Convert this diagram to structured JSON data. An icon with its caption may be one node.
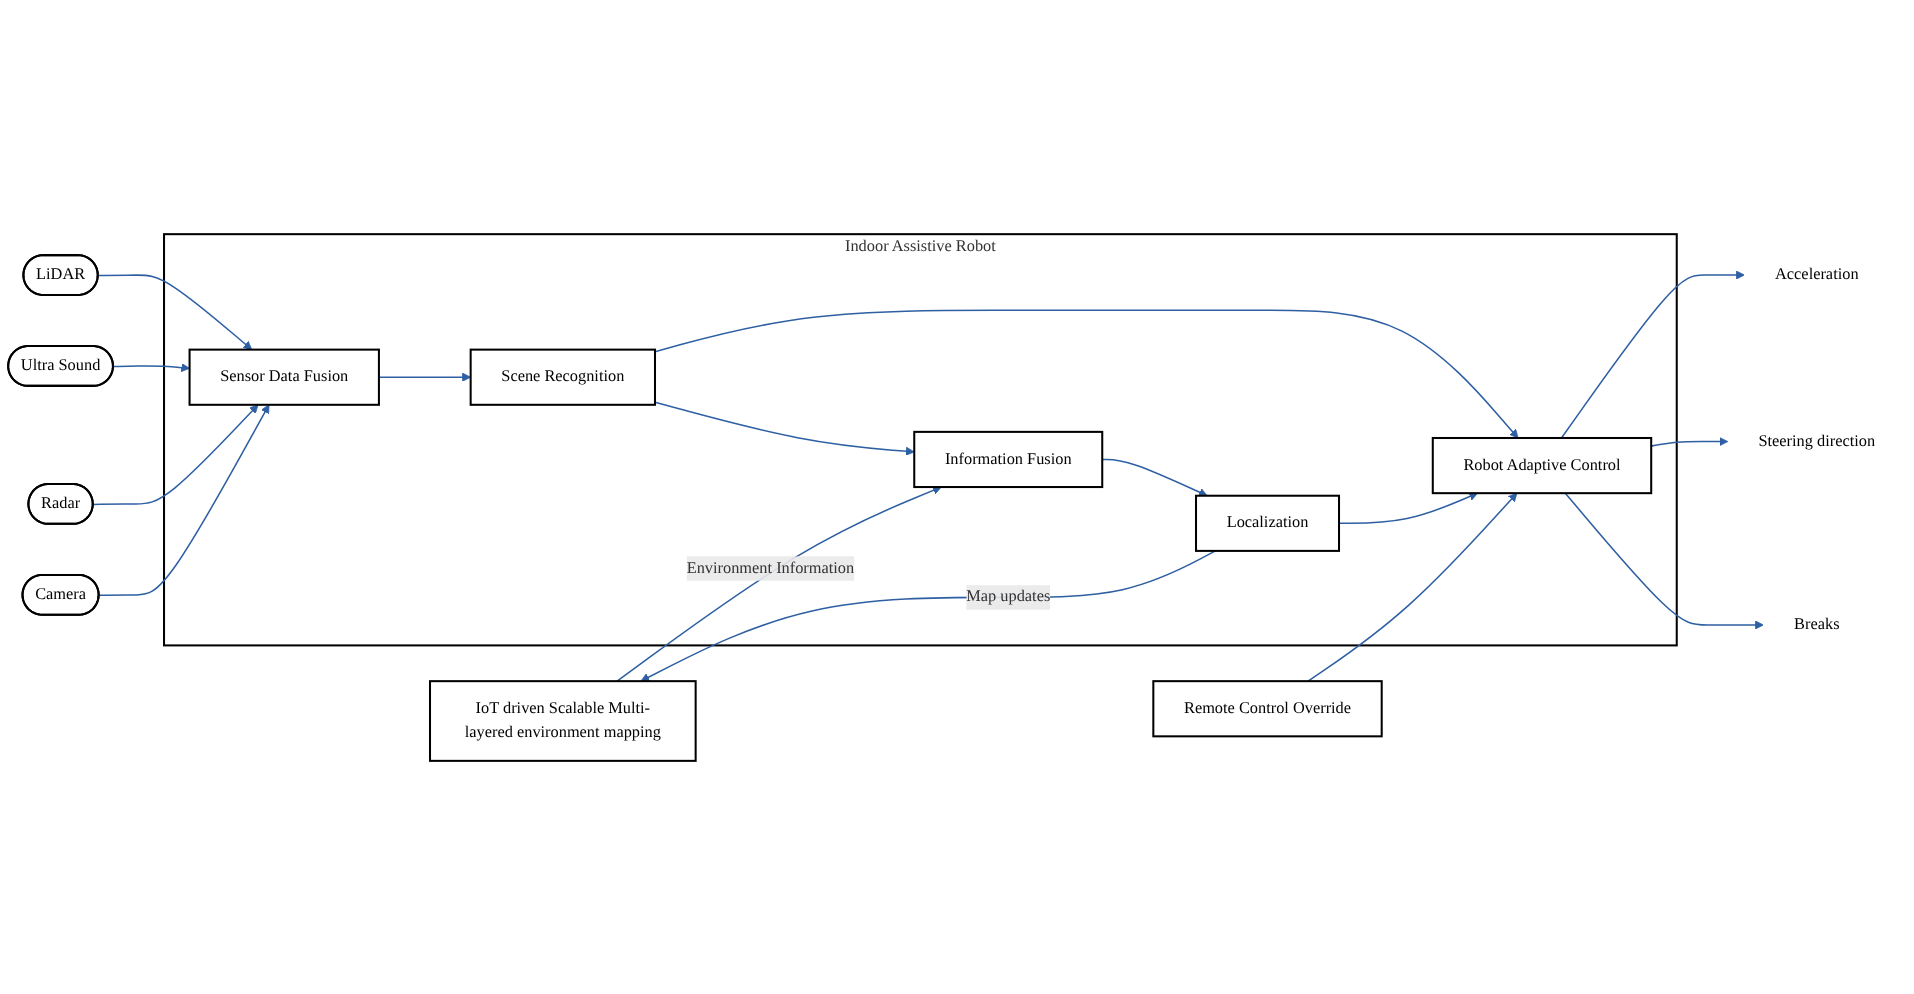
{
  "diagram": {
    "nodes": [
      {
        "text": [
          "IoT driven Scalable Multi-layered environment mapping"
        ]
      },
      {
        "text": [
          "Remote Control Override"
        ]
      },
      {
        "text": [
          "Indoor Assistive Robot"
        ]
      },
      {
        "text": [
          "LiDAR"
        ]
      },
      {
        "text": [
          "Ultra Sound"
        ]
      },
      {
        "text": [
          "Radar"
        ]
      },
      {
        "text": [
          "Camera"
        ]
      },
      {
        "text": [
          "Sensor Data Fusion"
        ],
        "in": 2
      },
      {
        "text": [
          "Scene Recognition"
        ],
        "in": 2
      },
      {
        "text": [
          "Information Fusion"
        ],
        "in": 2
      },
      {
        "text": [
          "Localization"
        ],
        "in": 2
      },
      {
        "text": [
          "Robot Adaptive Control"
        ],
        "in": 2
      },
      {
        "text": [
          "Acceleration"
        ]
      },
      {
        "text": [
          "Steering direction"
        ]
      },
      {
        "text": [
          "Breaks"
        ]
      }
    ],
    "edges": [
      {
        "from": 3,
        "to": 7,
        "arrow": "to"
      },
      {
        "from": 4,
        "to": 7,
        "arrow": "to"
      },
      {
        "from": 5,
        "to": 7,
        "arrow": "to"
      },
      {
        "from": 6,
        "to": 7,
        "arrow": "to"
      },
      {
        "from": 7,
        "to": 8,
        "arrow": "to"
      },
      {
        "from": 8,
        "to": 9,
        "arrow": "to"
      },
      {
        "from": 8,
        "to": 11,
        "arrow": "to"
      },
      {
        "from": 9,
        "to": 10,
        "arrow": "to"
      },
      {
        "from": 10,
        "to": 11,
        "arrow": "to"
      },
      {
        "from": 0,
        "to": 9,
        "arrow": "to",
        "label": "Environment Information"
      },
      {
        "from": 10,
        "to": 0,
        "arrow": "to",
        "label": "Map updates"
      },
      {
        "from": 1,
        "to": 11,
        "arrow": "to"
      },
      {
        "from": 11,
        "to": 12,
        "arrow": "to"
      },
      {
        "from": 11,
        "to": 13,
        "arrow": "to"
      },
      {
        "from": 11,
        "to": 14,
        "arrow": "to"
      }
    ]
  }
}
